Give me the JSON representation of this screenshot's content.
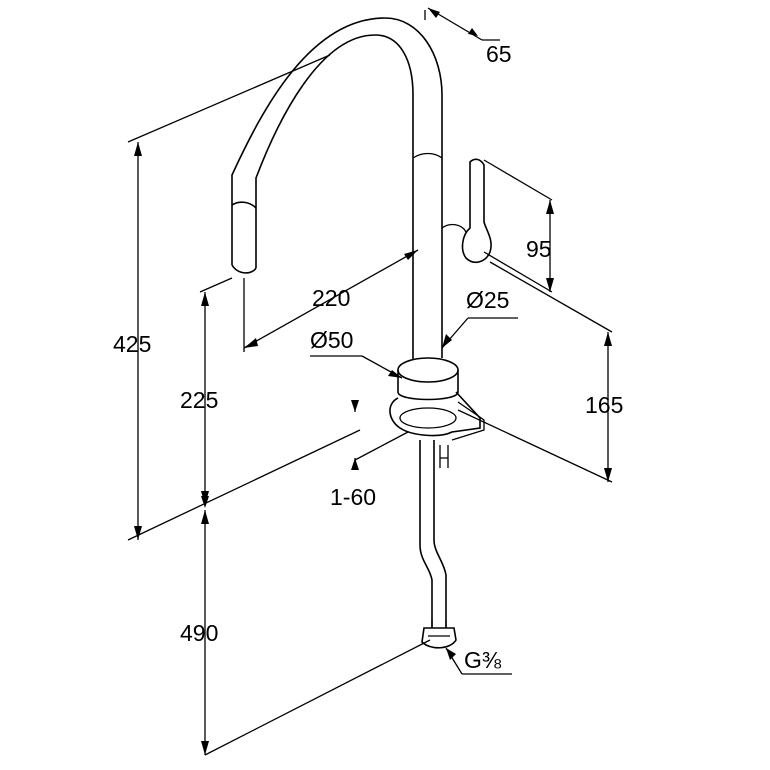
{
  "dimensions": {
    "spout_reach": "65",
    "handle_height": "95",
    "outlet_depth": "220",
    "spout_diameter": "Ø25",
    "base_diameter": "Ø50",
    "total_height": "425",
    "outlet_height": "225",
    "body_height": "165",
    "deck_thickness": "1-60",
    "hose_length": "490",
    "connection_thread": "G⅜"
  }
}
